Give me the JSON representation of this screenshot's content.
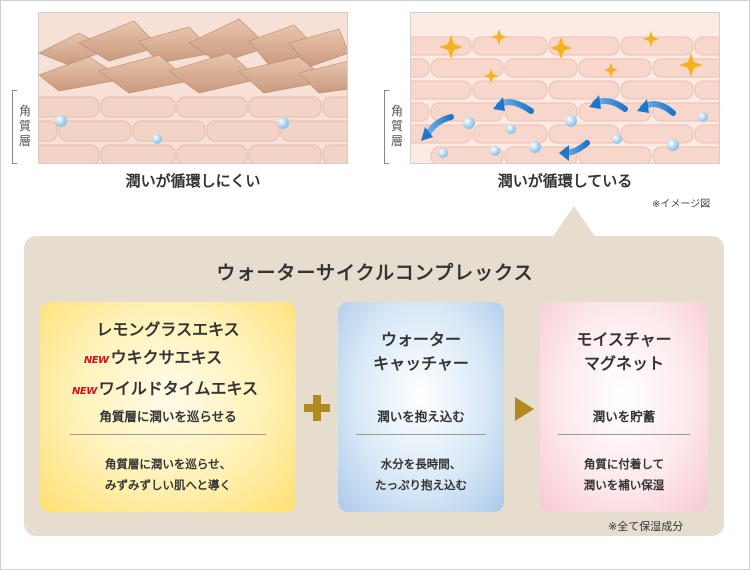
{
  "illustrations": {
    "left": {
      "caption": "潤いが循環しにくい",
      "side_label": [
        "角",
        "質",
        "層"
      ]
    },
    "right": {
      "caption": "潤いが循環している",
      "side_label": [
        "角",
        "質",
        "層"
      ]
    },
    "note": "※イメージ図"
  },
  "panel": {
    "title": "ウォーターサイクルコンプレックス",
    "footnote": "※全て保湿成分",
    "cards": [
      {
        "lines": [
          {
            "badge": "",
            "text": "レモングラスエキス"
          },
          {
            "badge": "NEW",
            "text": "ウキクサエキス"
          },
          {
            "badge": "NEW",
            "text": "ワイルドタイムエキス"
          }
        ],
        "subtitle": "角質層に潤いを巡らせる",
        "desc": [
          "角質層に潤いを巡らせ、",
          "みずみずしい肌へと導く"
        ]
      },
      {
        "lines": [
          {
            "badge": "",
            "text": "ウォーター"
          },
          {
            "badge": "",
            "text": "キャッチャー"
          }
        ],
        "subtitle": "潤いを抱え込む",
        "desc": [
          "水分を長時間、",
          "たっぷり抱え込む"
        ]
      },
      {
        "lines": [
          {
            "badge": "",
            "text": "モイスチャー"
          },
          {
            "badge": "",
            "text": "マグネット"
          }
        ],
        "subtitle": "潤いを貯蓄",
        "desc": [
          "角質に付着して",
          "潤いを補い保湿"
        ]
      }
    ]
  },
  "colors": {
    "panel": "#e7ddcf",
    "plus": "#b08a1e",
    "arrow": "#b08a1e",
    "new_badge": "#d60f1c"
  }
}
